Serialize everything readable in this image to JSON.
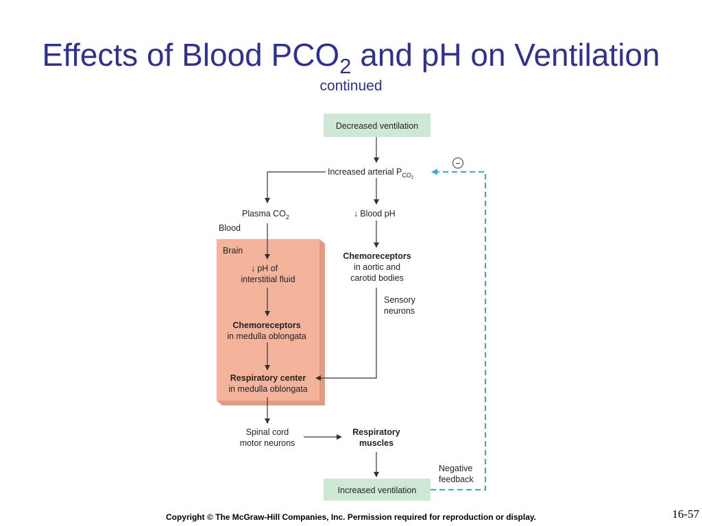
{
  "slide": {
    "title_part1": "Effects of Blood PCO",
    "title_sub": "2",
    "title_part2": " and pH on Ventilation",
    "subtitle": "continued",
    "copyright": "Copyright © The McGraw-Hill Companies, Inc. Permission required for reproduction or display.",
    "slide_number": "16-57"
  },
  "diagram": {
    "decreased_ventilation": "Decreased ventilation",
    "increased_pco2": "Increased arterial P",
    "increased_pco2_sub": "CO",
    "increased_pco2_sub2": "2",
    "plasma_co2": "Plasma CO",
    "plasma_co2_sub": "2",
    "blood_ph_arrow": "↓",
    "blood_ph": "Blood pH",
    "blood_label": "Blood",
    "brain_label": "Brain",
    "ph_arrow": "↓",
    "ph_interstitial_1": "pH of",
    "ph_interstitial_2": "interstitial fluid",
    "chemo_medulla_1": "Chemoreceptors",
    "chemo_medulla_2": "in medulla oblongata",
    "chemo_peripheral_1": "Chemoreceptors",
    "chemo_peripheral_2": "in aortic and",
    "chemo_peripheral_3": "carotid bodies",
    "sensory_1": "Sensory",
    "sensory_2": "neurons",
    "resp_center_1": "Respiratory center",
    "resp_center_2": "in medulla oblongata",
    "spinal_1": "Spinal cord",
    "spinal_2": "motor neurons",
    "resp_muscles_1": "Respiratory",
    "resp_muscles_2": "muscles",
    "neg_fb_1": "Negative",
    "neg_fb_2": "feedback",
    "increased_ventilation": "Increased ventilation",
    "minus_symbol": "−"
  },
  "colors": {
    "title": "#2e3192",
    "green_box": "#cfe8d5",
    "brain_box": "#f4b39b",
    "feedback_line": "#3aa6dc"
  }
}
